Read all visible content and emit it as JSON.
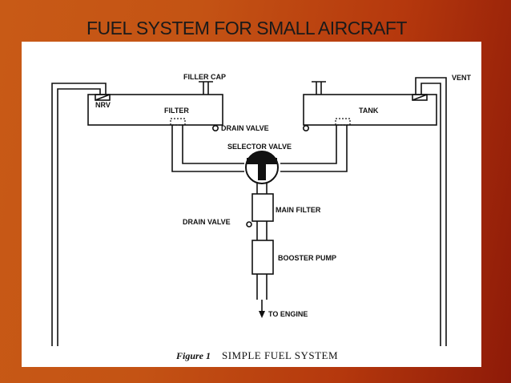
{
  "slide": {
    "title": "FUEL SYSTEM FOR SMALL AIRCRAFT"
  },
  "labels": {
    "filler_cap": "FILLER CAP",
    "vent": "VENT",
    "nrv": "NRV",
    "filter": "FILTER",
    "tank": "TANK",
    "drain_valve_top": "DRAIN VALVE",
    "selector_valve": "SELECTOR VALVE",
    "main_filter": "MAIN FILTER",
    "drain_valve_bottom": "DRAIN VALVE",
    "booster_pump": "BOOSTER PUMP",
    "to_engine": "TO ENGINE"
  },
  "caption": {
    "figure": "Figure 1",
    "text": "SIMPLE FUEL SYSTEM"
  }
}
